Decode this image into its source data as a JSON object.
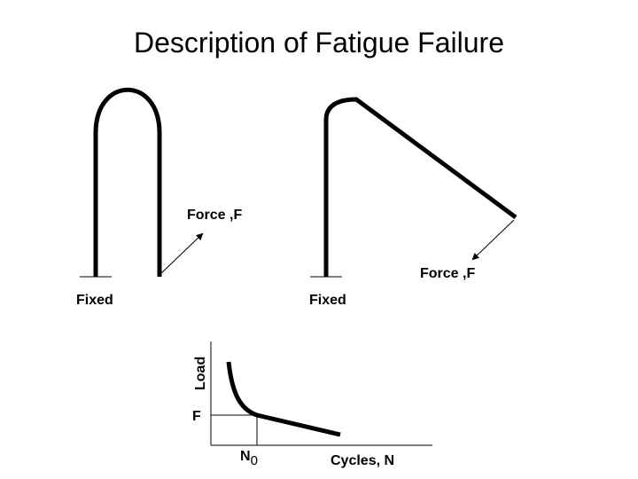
{
  "title": "Description of Fatigue Failure",
  "left_figure": {
    "force_label": "Force ,F",
    "support_label": "Fixed"
  },
  "right_figure": {
    "force_label": "Force ,F",
    "support_label": "Fixed"
  },
  "sn_curve": {
    "ylabel": "Load",
    "y_marker": "F",
    "x_marker_main": "N",
    "x_marker_sub": "0",
    "xlabel": "Cycles, N"
  }
}
